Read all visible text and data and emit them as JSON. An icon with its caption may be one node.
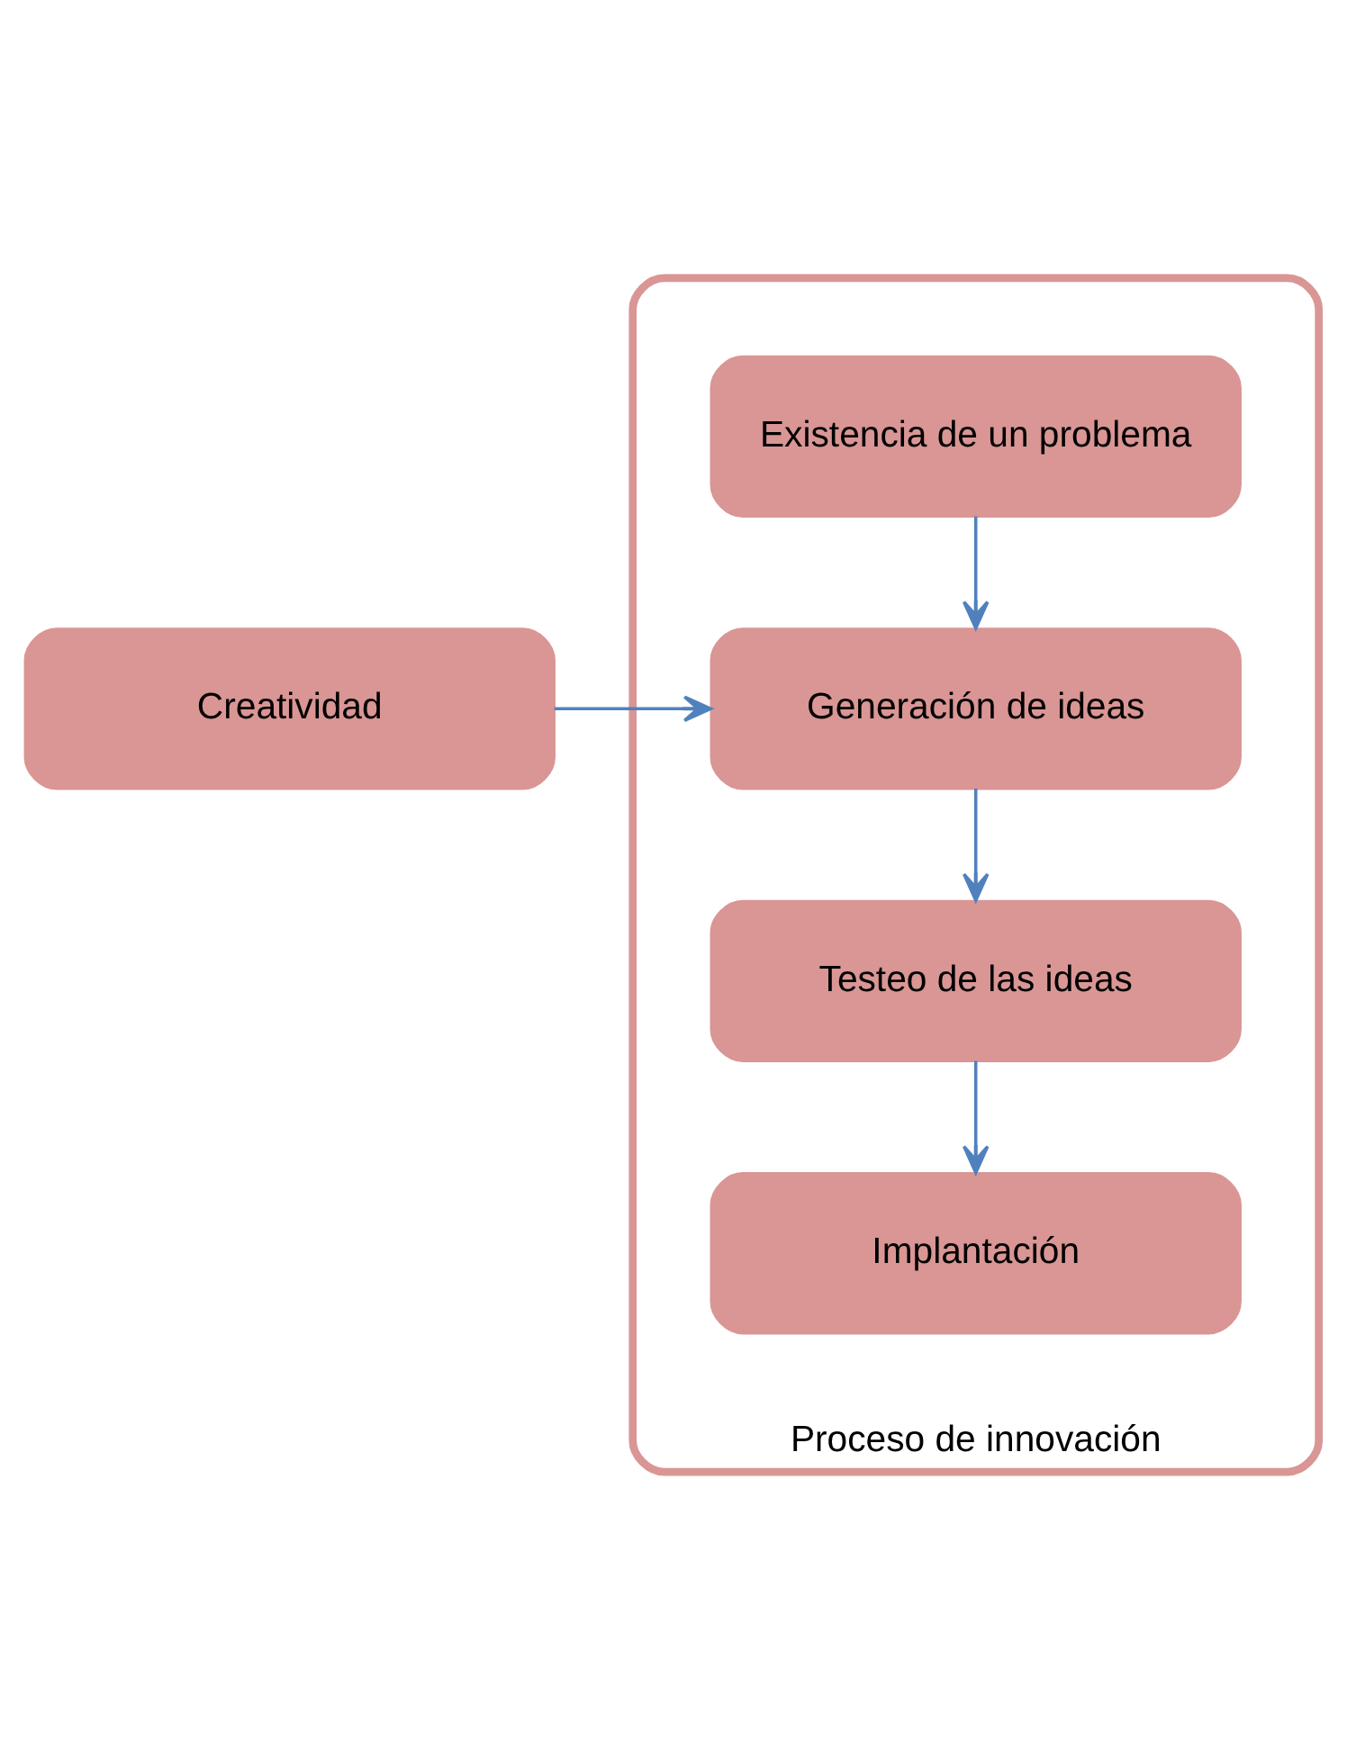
{
  "diagram": {
    "nodes": [
      {
        "text": [
          "Creatividad"
        ]
      },
      {
        "text": [
          "Proceso de innovación"
        ]
      },
      {
        "text": [
          "Existencia de un problema"
        ],
        "in": 1
      },
      {
        "text": [
          "Generación de ideas"
        ],
        "in": 1
      },
      {
        "text": [
          "Testeo de las ideas"
        ],
        "in": 1
      },
      {
        "text": [
          "Implantación"
        ],
        "in": 1
      }
    ],
    "edges": [
      {
        "from": 2,
        "to": 3,
        "arrow": "to"
      },
      {
        "from": 0,
        "to": 3,
        "arrow": "to"
      },
      {
        "from": 3,
        "to": 4,
        "arrow": "to"
      },
      {
        "from": 4,
        "to": 5,
        "arrow": "to"
      }
    ]
  }
}
